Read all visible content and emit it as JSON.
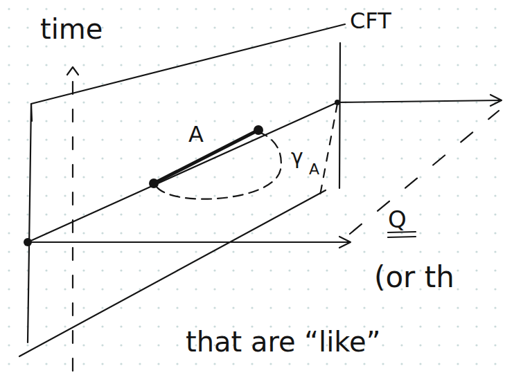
{
  "diagram": {
    "labels": [
      "time",
      "CFT",
      "A",
      "γ",
      "A",
      "Q",
      "(or th",
      "that are “like”"
    ]
  }
}
